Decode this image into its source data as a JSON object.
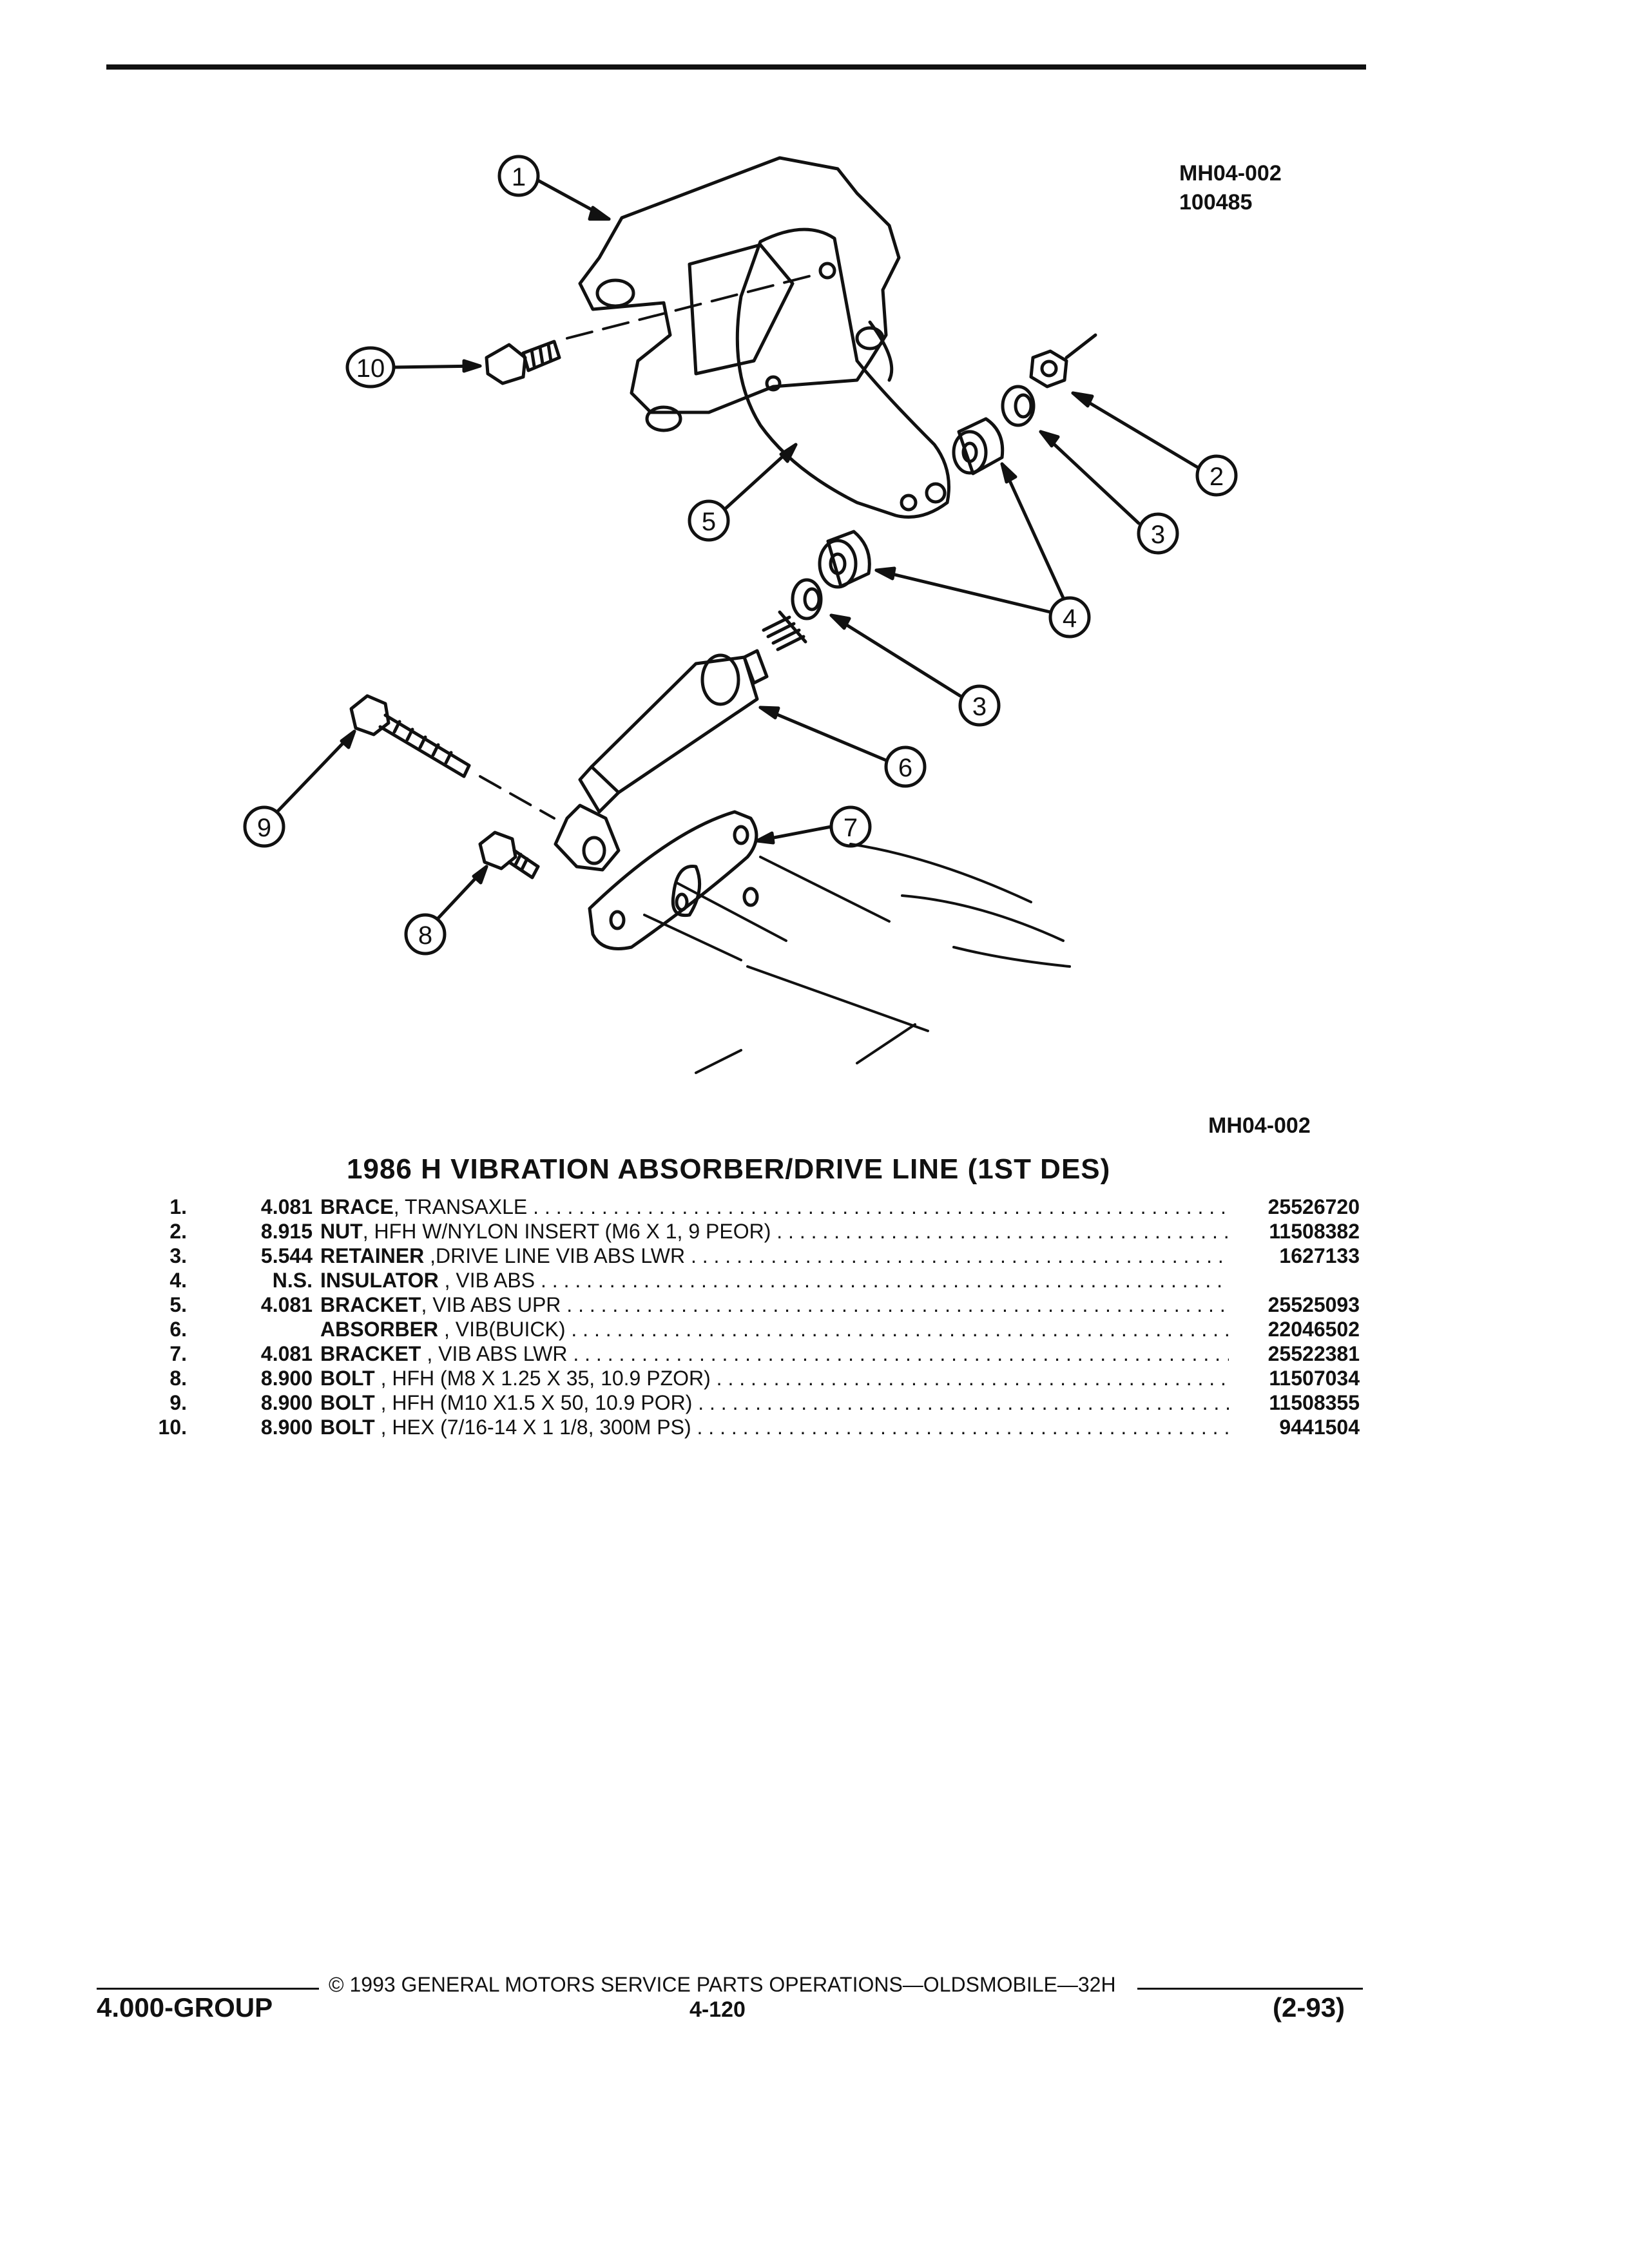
{
  "figure": {
    "id_top": "MH04-002",
    "date_code": "100485",
    "id_bottom": "MH04-002",
    "callouts": [
      "1",
      "2",
      "3",
      "3",
      "4",
      "5",
      "6",
      "7",
      "8",
      "9",
      "10"
    ]
  },
  "title": "1986 H VIBRATION ABSORBER/DRIVE LINE (1ST DES)",
  "parts": [
    {
      "index": "1.",
      "group": "4.081",
      "name": "BRACE",
      "detail": ", TRANSAXLE",
      "part_number": "25526720"
    },
    {
      "index": "2.",
      "group": "8.915",
      "name": "NUT",
      "detail": ", HFH W/NYLON INSERT (M6 X 1, 9 PEOR)",
      "part_number": "11508382"
    },
    {
      "index": "3.",
      "group": "5.544",
      "name": "RETAINER",
      "detail": " ,DRIVE LINE VIB ABS LWR",
      "part_number": "1627133"
    },
    {
      "index": "4.",
      "group": "N.S.",
      "name": "INSULATOR",
      "detail": " , VIB ABS",
      "part_number": ""
    },
    {
      "index": "5.",
      "group": "4.081",
      "name": "BRACKET",
      "detail": ", VIB ABS UPR",
      "part_number": "25525093"
    },
    {
      "index": "6.",
      "group": "",
      "name": "ABSORBER",
      "detail": " , VIB(BUICK)",
      "part_number": "22046502"
    },
    {
      "index": "7.",
      "group": "4.081",
      "name": "BRACKET",
      "detail": " , VIB ABS LWR",
      "part_number": "25522381"
    },
    {
      "index": "8.",
      "group": "8.900",
      "name": "BOLT",
      "detail": " , HFH (M8 X 1.25 X 35, 10.9 PZOR)",
      "part_number": "11507034"
    },
    {
      "index": "9.",
      "group": "8.900",
      "name": "BOLT",
      "detail": " , HFH (M10 X1.5 X 50, 10.9 POR)",
      "part_number": "11508355"
    },
    {
      "index": "10.",
      "group": "8.900",
      "name": "BOLT",
      "detail": " , HEX (7/16-14 X 1 1/8, 300M PS)",
      "part_number": "9441504"
    }
  ],
  "footer": {
    "group": "4.000-GROUP",
    "copyright": "© 1993  GENERAL MOTORS SERVICE PARTS OPERATIONS—OLDSMOBILE—32H",
    "page": "4-120",
    "revision": "(2-93)"
  }
}
